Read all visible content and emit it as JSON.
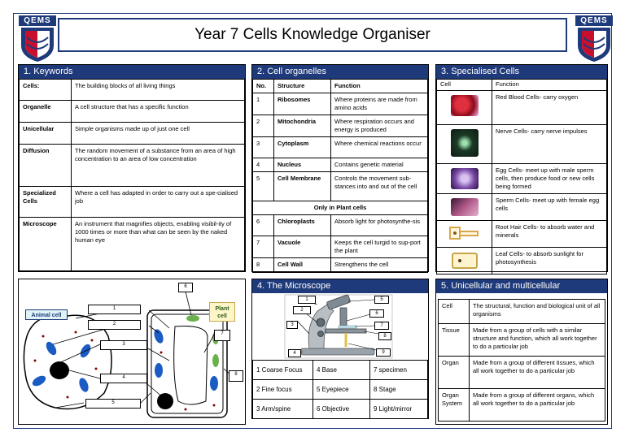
{
  "header": {
    "logo_text": "QEMS",
    "title": "Year 7 Cells Knowledge Organiser"
  },
  "keywords": {
    "heading": "1. Keywords",
    "rows": [
      {
        "term": "Cells:",
        "def": "The building blocks of all living things"
      },
      {
        "term": "Organelle",
        "def": "A cell structure that has a specific function"
      },
      {
        "term": "Unicellular",
        "def": "Simple organisms made up of just one cell"
      },
      {
        "term": "Diffusion",
        "def": "The random movement of a substance from an area of high concentration to an area of low concentration"
      },
      {
        "term": "Specialized Cells",
        "def": "Where a cell has adapted in order to carry out a spe-cialised job"
      },
      {
        "term": "Microscope",
        "def": "An instrument that magnifies objects, enabling visibil-ity of 1000 times or more than what can be seen by the naked human eye"
      }
    ]
  },
  "organelles": {
    "heading": "2. Cell organelles",
    "columns": [
      "No.",
      "Structure",
      "Function"
    ],
    "rows": [
      {
        "no": "1",
        "structure": "Ribosomes",
        "function": "Where proteins are made from amino acids"
      },
      {
        "no": "2",
        "structure": "Mitochondria",
        "function": "Where respiration occurs and energy is produced"
      },
      {
        "no": "3",
        "structure": "Cytoplasm",
        "function": "Where chemical reactions occur"
      },
      {
        "no": "4",
        "structure": "Nucleus",
        "function": "Contains genetic material"
      },
      {
        "no": "5",
        "structure": "Cell Membrane",
        "function": "Controls the movement sub-stances into and out of the cell"
      }
    ],
    "plant_heading": "Only in Plant cells",
    "plant_rows": [
      {
        "no": "6",
        "structure": "Chloroplasts",
        "function": "Absorb light for photosynthe-sis"
      },
      {
        "no": "7",
        "structure": "Vacuole",
        "function": "Keeps the cell turgid to sup-port the plant"
      },
      {
        "no": "8",
        "structure": "Cell Wall",
        "function": "Strengthens the cell"
      }
    ]
  },
  "specialised": {
    "heading": "3. Specialised Cells",
    "columns": [
      "Cell",
      "Function"
    ],
    "rows": [
      {
        "icon": "red-blood-cell-icon",
        "color": "#b0142a",
        "function": "Red Blood Cells- carry oxygen"
      },
      {
        "icon": "nerve-cell-icon",
        "color": "#2f5a3a",
        "function": "Nerve Cells- carry nerve impulses"
      },
      {
        "icon": "egg-cell-icon",
        "color": "#7a4aa8",
        "function": "Egg Cells- meet up with male sperm cells, then produce food or new cells being formed"
      },
      {
        "icon": "sperm-cell-icon",
        "color": "#8a3a6a",
        "function": "Sperm Cells- meet up with female egg cells"
      },
      {
        "icon": "root-hair-cell-icon",
        "color": "#d9a54a",
        "function": "Root Hair Cells- to absorb water and minerals"
      },
      {
        "icon": "leaf-cell-icon",
        "color": "#c7a64a",
        "function": "Leaf Cells- to absorb sunlight for photosynthesis"
      }
    ]
  },
  "diagram": {
    "animal_label": "Animal cell",
    "plant_label": "Plant cell",
    "numbers": [
      "1",
      "2",
      "3",
      "4",
      "5",
      "6",
      "7",
      "8"
    ]
  },
  "microscope": {
    "heading": "4. The Microscope",
    "numbers": [
      "1",
      "2",
      "3",
      "4",
      "5",
      "6",
      "7",
      "8",
      "9"
    ],
    "grid": [
      [
        "1 Coarse Focus",
        "4 Base",
        "7 specimen"
      ],
      [
        "2 Fine focus",
        "5 Eyepiece",
        "8 Stage"
      ],
      [
        "3 Arm/spine",
        "6 Objective",
        "9 Light/mirror"
      ]
    ]
  },
  "unicellular": {
    "heading": "5. Unicellular and multicellular",
    "rows": [
      {
        "term": "Cell",
        "def": "The structural, function and biological unit of all organisms"
      },
      {
        "term": "Tissue",
        "def": "Made from a group of cells with a similar structure and function, which all work together to do a particular job"
      },
      {
        "term": "Organ",
        "def": "Made from a group of different tissues, which all work together to do a particular job"
      },
      {
        "term": "Organ System",
        "def": "Made from a group of different organs, which all work together to do a particular job"
      }
    ]
  }
}
